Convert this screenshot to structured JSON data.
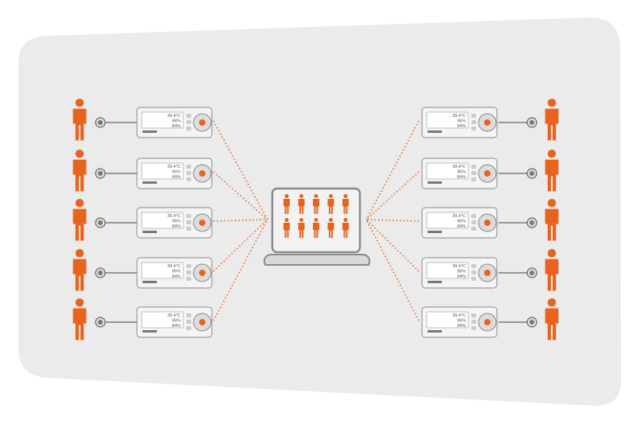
{
  "diagram": {
    "colors": {
      "accent": "#e8641e",
      "panel": "#ebebeb",
      "device": "#f4f4f4",
      "screen": "#555555",
      "outline": "#8a8a8a"
    },
    "patients_per_side": 5,
    "device_readings": {
      "temp": "39.4°C",
      "spo2": "96%",
      "hr": "84%"
    },
    "central_screen_rows": 2,
    "central_screen_cols": 5
  }
}
